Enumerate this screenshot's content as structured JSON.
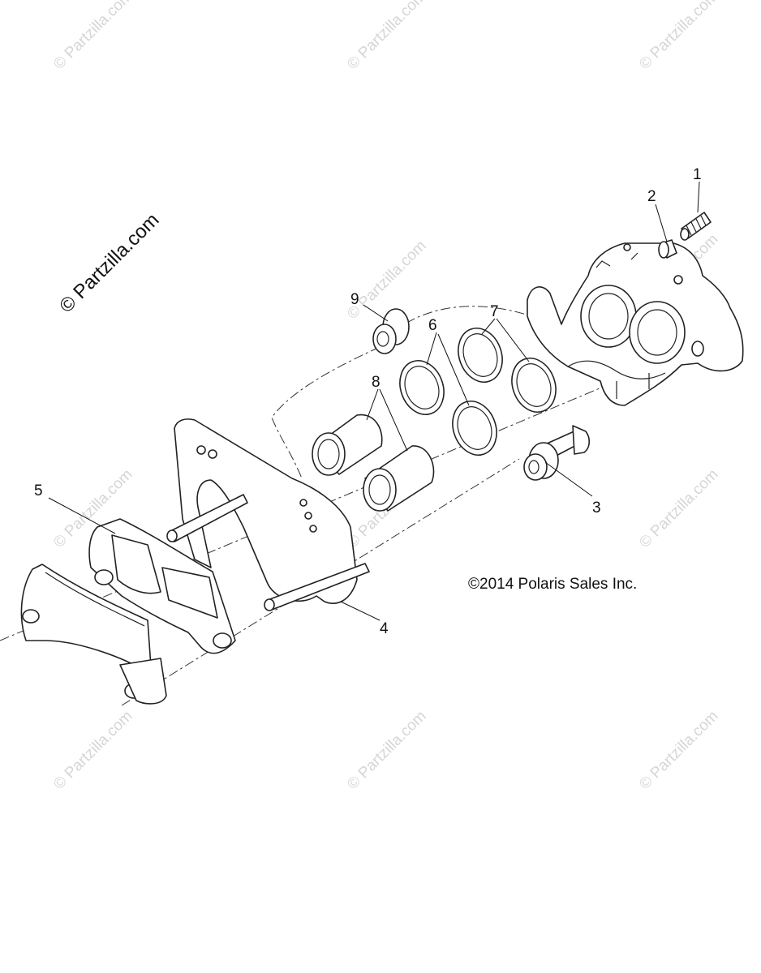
{
  "watermarks": {
    "main": "© Partzilla.com",
    "tile": "© Partzilla.com"
  },
  "copyright": "©2014 Polaris Sales Inc.",
  "callouts": [
    "1",
    "2",
    "3",
    "4",
    "5",
    "6",
    "7",
    "8",
    "9"
  ],
  "colors": {
    "line": "#222222",
    "watermark": "#d6d6d6",
    "background": "#ffffff"
  }
}
